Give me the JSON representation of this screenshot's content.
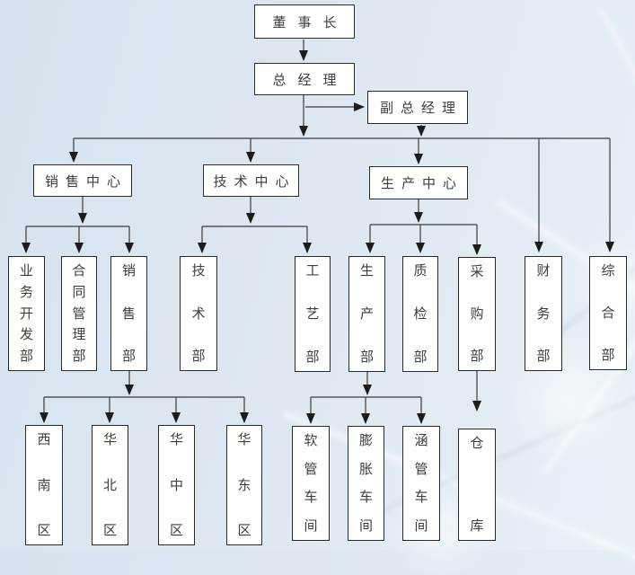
{
  "colors": {
    "background": "#dce7f1",
    "box_fill": "#fffffd",
    "box_border": "#2a2a2a",
    "text": "#3e3e3e",
    "connector": "#333333"
  },
  "nodes": {
    "chairman": {
      "label": "董事长"
    },
    "general_manager": {
      "label": "总经理"
    },
    "deputy_general_manager": {
      "label": "副总经理"
    },
    "sales_center": {
      "label": "销售中心"
    },
    "tech_center": {
      "label": "技术中心"
    },
    "production_center": {
      "label": "生产中心"
    },
    "biz_dev_dept": {
      "label": "业务开发部"
    },
    "contract_mgmt_dept": {
      "label": "合同管理部"
    },
    "sales_dept": {
      "label": "销售部"
    },
    "tech_dept": {
      "label": "技术部"
    },
    "process_dept": {
      "label": "工艺部"
    },
    "production_dept": {
      "label": "生产部"
    },
    "quality_dept": {
      "label": "质检部"
    },
    "purchasing_dept": {
      "label": "采购部"
    },
    "finance_dept": {
      "label": "财务部"
    },
    "general_affairs_dept": {
      "label": "综合部"
    },
    "southwest_region": {
      "label": "西南区"
    },
    "north_china_region": {
      "label": "华北区"
    },
    "central_china_region": {
      "label": "华中区"
    },
    "east_china_region": {
      "label": "华东区"
    },
    "hose_workshop": {
      "label": "软管车间"
    },
    "expansion_workshop": {
      "label": "膨胀车间"
    },
    "culvert_workshop": {
      "label": "涵管车间"
    },
    "warehouse": {
      "label": "仓库"
    }
  },
  "edges": [
    [
      "chairman",
      "general_manager"
    ],
    [
      "general_manager",
      "deputy_general_manager"
    ],
    [
      "general_manager",
      "sales_center"
    ],
    [
      "general_manager",
      "tech_center"
    ],
    [
      "deputy_general_manager",
      "production_center"
    ],
    [
      "general_manager",
      "finance_dept"
    ],
    [
      "general_manager",
      "general_affairs_dept"
    ],
    [
      "sales_center",
      "biz_dev_dept"
    ],
    [
      "sales_center",
      "contract_mgmt_dept"
    ],
    [
      "sales_center",
      "sales_dept"
    ],
    [
      "tech_center",
      "tech_dept"
    ],
    [
      "tech_center",
      "process_dept"
    ],
    [
      "production_center",
      "production_dept"
    ],
    [
      "production_center",
      "quality_dept"
    ],
    [
      "production_center",
      "purchasing_dept"
    ],
    [
      "sales_dept",
      "southwest_region"
    ],
    [
      "sales_dept",
      "north_china_region"
    ],
    [
      "sales_dept",
      "central_china_region"
    ],
    [
      "sales_dept",
      "east_china_region"
    ],
    [
      "production_dept",
      "hose_workshop"
    ],
    [
      "production_dept",
      "expansion_workshop"
    ],
    [
      "production_dept",
      "culvert_workshop"
    ],
    [
      "purchasing_dept",
      "warehouse"
    ]
  ]
}
